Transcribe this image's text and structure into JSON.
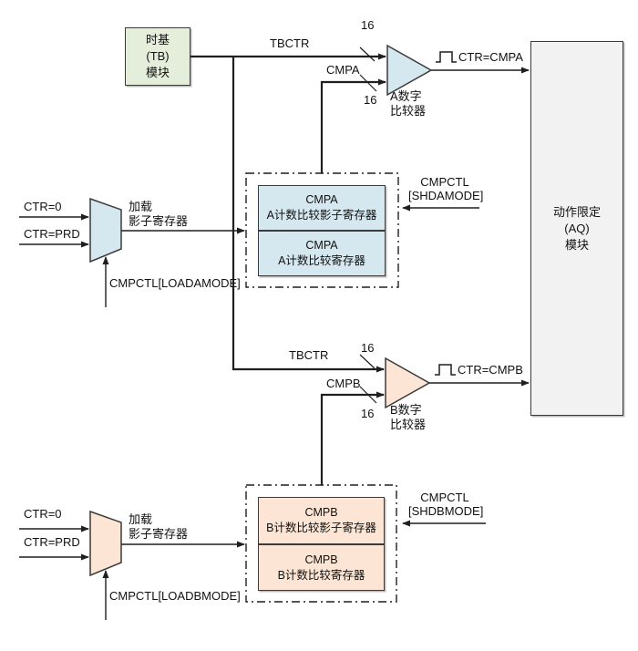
{
  "colors": {
    "line": "#1f1f1f",
    "blue_fill": "#d5e7ef",
    "peach_fill": "#fce5d4",
    "green_fill": "#e5eeda",
    "gray_fill": "#f2f2f2",
    "box_border": "#3a3a3a",
    "background": "#ffffff"
  },
  "tb_block": {
    "line1": "时基",
    "line2": "(TB)",
    "line3": "模块"
  },
  "aq_block": {
    "line1": "动作限定",
    "line2": "(AQ)",
    "line3": "模块"
  },
  "comparator_a": {
    "name_line1": "A数字",
    "name_line2": "比较器",
    "output_label": "CTR=CMPA"
  },
  "comparator_b": {
    "name_line1": "B数字",
    "name_line2": "比较器",
    "output_label": "CTR=CMPB"
  },
  "registers_a": {
    "shadow_line1": "CMPA",
    "shadow_line2": "A计数比较影子寄存器",
    "active_line1": "CMPA",
    "active_line2": "A计数比较寄存器"
  },
  "registers_b": {
    "shadow_line1": "CMPB",
    "shadow_line2": "B计数比较影子寄存器",
    "active_line1": "CMPB",
    "active_line2": "B计数比较寄存器"
  },
  "mux_a": {
    "input1": "CTR=0",
    "input2": "CTR=PRD",
    "out_line1": "加载",
    "out_line2": "影子寄存器",
    "control": "CMPCTL[LOADAMODE]"
  },
  "mux_b": {
    "input1": "CTR=0",
    "input2": "CTR=PRD",
    "out_line1": "加载",
    "out_line2": "影子寄存器",
    "control": "CMPCTL[LOADBMODE]"
  },
  "signals": {
    "tbctr_a": "TBCTR",
    "tbctr_b": "TBCTR",
    "cmpa": "CMPA",
    "cmpb": "CMPB",
    "bus_width_a_top": "16",
    "bus_width_a_bottom": "16",
    "bus_width_b_top": "16",
    "bus_width_b_bottom": "16",
    "shd_a_line1": "CMPCTL",
    "shd_a_line2": "[SHDAMODE]",
    "shd_b_line1": "CMPCTL",
    "shd_b_line2": "[SHDBMODE]"
  }
}
